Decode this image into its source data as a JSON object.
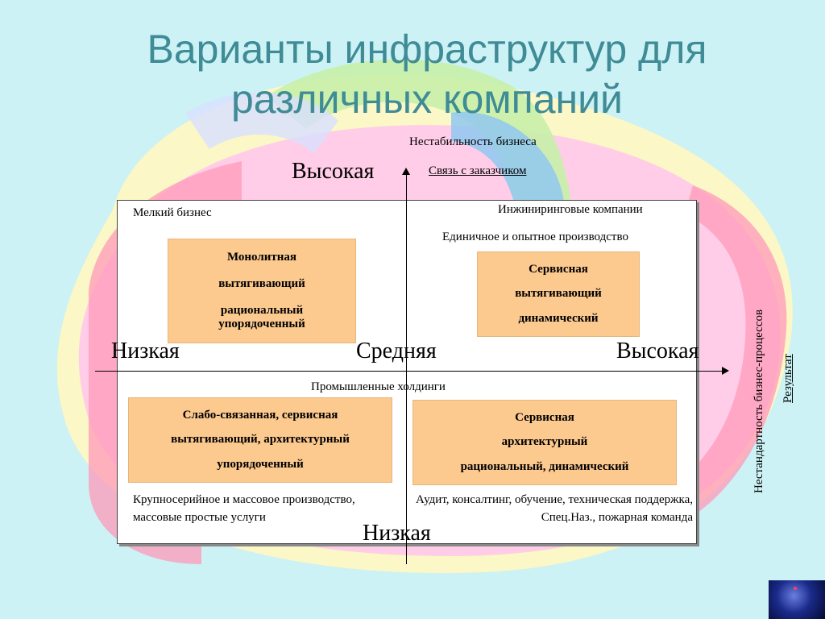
{
  "title": "Варианты инфраструктур для различных компаний",
  "axis_y": {
    "title": "Нестабильность бизнеса",
    "subtitle": "Связь с заказчиком",
    "high": "Высокая",
    "low": "Низкая"
  },
  "axis_x": {
    "low": "Низкая",
    "mid": "Средняя",
    "high": "Высокая",
    "title": "Нестандартность бизнес-процессов",
    "subtitle": "Результат"
  },
  "q_top_left": {
    "label": "Мелкий бизнес",
    "box": [
      "Монолитная",
      "вытягивающий",
      "рациональный упорядоченный"
    ]
  },
  "q_top_right": {
    "label1": "Инжиниринговые компании",
    "label2": "Единичное и опытное производство",
    "box": [
      "Сервисная",
      "вытягивающий",
      "динамический"
    ]
  },
  "q_bottom": {
    "label": "Промышленные холдинги"
  },
  "q_bottom_left": {
    "box": [
      "Слабо-связанная, сервисная",
      "вытягивающий, архитектурный",
      "упорядоченный"
    ],
    "note": "Крупносерийное и массовое производство, массовые простые услуги"
  },
  "q_bottom_right": {
    "box": [
      "Сервисная",
      "архитектурный",
      "рациональный, динамический"
    ],
    "note": "Аудит, консалтинг, обучение, техническая поддержка, Спец.Наз., пожарная команда"
  }
}
